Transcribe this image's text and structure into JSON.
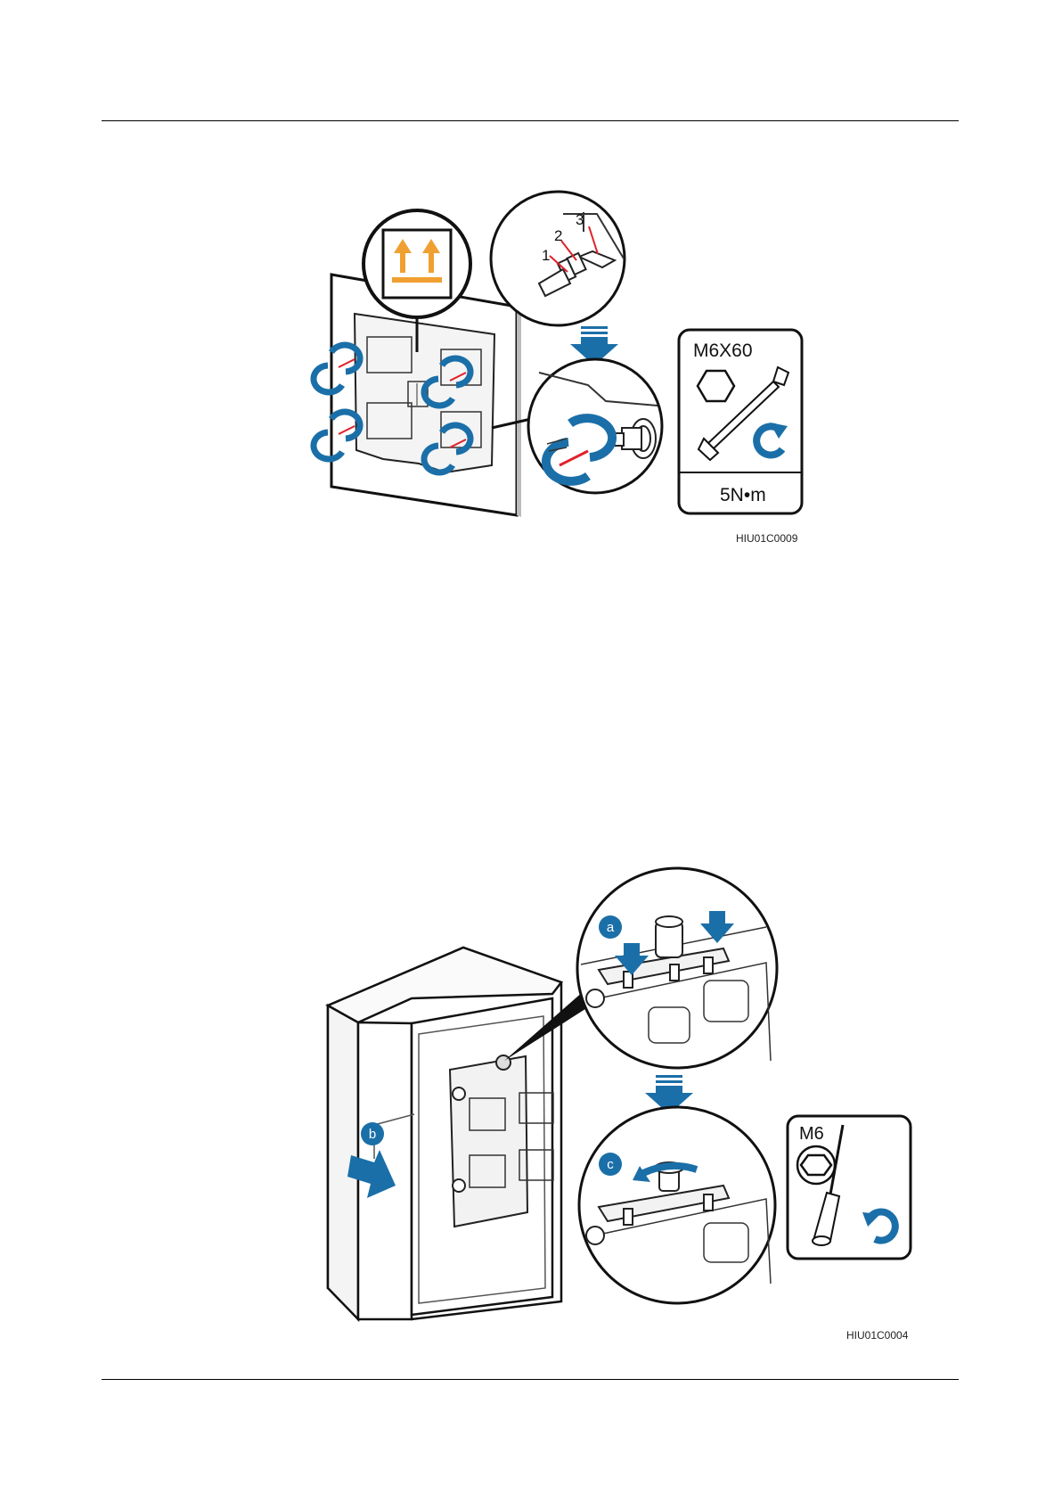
{
  "figure1": {
    "callouts": [
      "1",
      "2",
      "3"
    ],
    "spec_title": "M6X60",
    "torque": "5N•m",
    "code": "HIU01C0009",
    "icons": [
      "up-arrows-label",
      "hex-bolt",
      "socket-wrench",
      "rotate-clockwise"
    ]
  },
  "figure2": {
    "steps": [
      "a",
      "b",
      "c"
    ],
    "spec_title": "M6",
    "code": "HIU01C0004",
    "icons": [
      "hex-bolt",
      "screwdriver",
      "rotate-counterclockwise"
    ]
  },
  "colors": {
    "accent_blue": "#1b6fa8",
    "warning_orange": "#f0a030",
    "callout_red": "#e0202a"
  }
}
